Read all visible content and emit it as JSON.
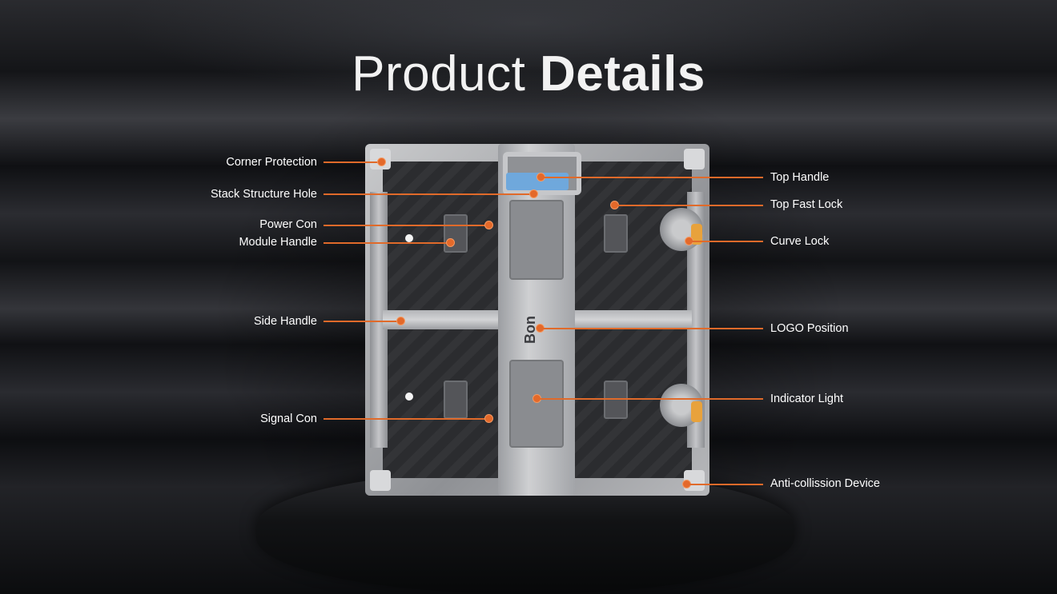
{
  "title": {
    "light": "Product",
    "bold": "Details"
  },
  "logo_text": "Bon",
  "accent_color": "#e4692a",
  "callouts_left": [
    {
      "key": "corner_protection",
      "label": "Corner Protection"
    },
    {
      "key": "stack_structure_hole",
      "label": "Stack Structure Hole"
    },
    {
      "key": "power_con",
      "label": "Power Con"
    },
    {
      "key": "module_handle",
      "label": "Module Handle"
    },
    {
      "key": "side_handle",
      "label": "Side Handle"
    },
    {
      "key": "signal_con",
      "label": "Signal Con"
    }
  ],
  "callouts_right": [
    {
      "key": "top_handle",
      "label": "Top Handle"
    },
    {
      "key": "top_fast_lock",
      "label": "Top Fast Lock"
    },
    {
      "key": "curve_lock",
      "label": "Curve Lock"
    },
    {
      "key": "logo_position",
      "label": "LOGO Position"
    },
    {
      "key": "indicator_light",
      "label": "Indicator Light"
    },
    {
      "key": "anti_collision",
      "label": "Anti-collission Device"
    }
  ]
}
